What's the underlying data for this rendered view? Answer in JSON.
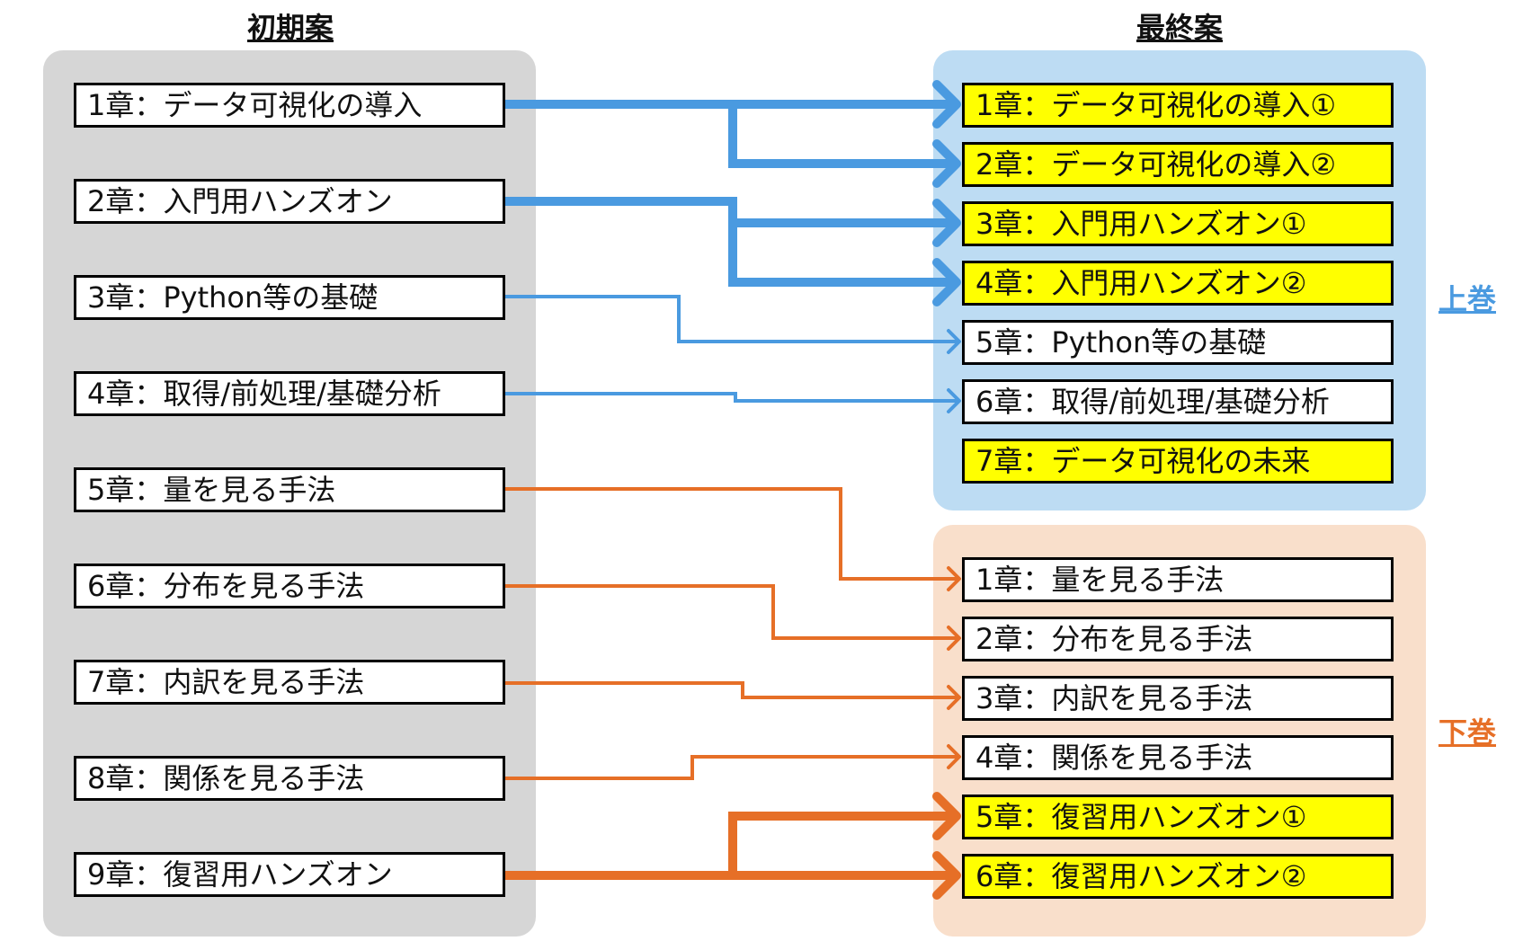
{
  "headers": {
    "initial": "初期案",
    "final": "最終案"
  },
  "volumes": {
    "upper": {
      "label": "上巻",
      "color": "#4a9ae0",
      "panel_color": "#bddcf3"
    },
    "lower": {
      "label": "下巻",
      "color": "#e66f27",
      "panel_color": "#f9dfcb"
    }
  },
  "initial_chapters": [
    "1章：データ可視化の導入",
    "2章：入門用ハンズオン",
    "3章：Python等の基礎",
    "4章：取得/前処理/基礎分析",
    "5章：量を見る手法",
    "6章：分布を見る手法",
    "7章：内訳を見る手法",
    "8章：関係を見る手法",
    "9章：復習用ハンズオン"
  ],
  "upper_chapters": [
    {
      "label": "1章：データ可視化の導入①",
      "highlight": true
    },
    {
      "label": "2章：データ可視化の導入②",
      "highlight": true
    },
    {
      "label": "3章：入門用ハンズオン①",
      "highlight": true
    },
    {
      "label": "4章：入門用ハンズオン②",
      "highlight": true
    },
    {
      "label": "5章：Python等の基礎",
      "highlight": false
    },
    {
      "label": "6章：取得/前処理/基礎分析",
      "highlight": false
    },
    {
      "label": "7章：データ可視化の未来",
      "highlight": true
    }
  ],
  "lower_chapters": [
    {
      "label": "1章：量を見る手法",
      "highlight": false
    },
    {
      "label": "2章：分布を見る手法",
      "highlight": false
    },
    {
      "label": "3章：内訳を見る手法",
      "highlight": false
    },
    {
      "label": "4章：関係を見る手法",
      "highlight": false
    },
    {
      "label": "5章：復習用ハンズオン①",
      "highlight": true
    },
    {
      "label": "6章：復習用ハンズオン②",
      "highlight": true
    }
  ],
  "colors": {
    "panel_initial": "#d6d6d6",
    "highlight": "#ffff00"
  }
}
